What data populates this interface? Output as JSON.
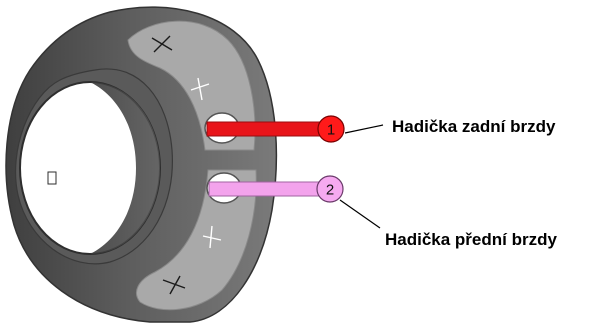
{
  "callouts": [
    {
      "number": "1",
      "label": "Hadička zadní brzdy",
      "hose_color": "#e8141a",
      "badge_color": "#ff1a1a"
    },
    {
      "number": "2",
      "label": "Hadička přední brzdy",
      "hose_color": "#f3a3ec",
      "badge_color": "#f6aaf0"
    }
  ],
  "part": {
    "body_color": "#666666",
    "pad_color": "#a9a9a9",
    "pad_markings": [
      "x-mark",
      "x-mark",
      "x-mark",
      "x-mark"
    ]
  }
}
